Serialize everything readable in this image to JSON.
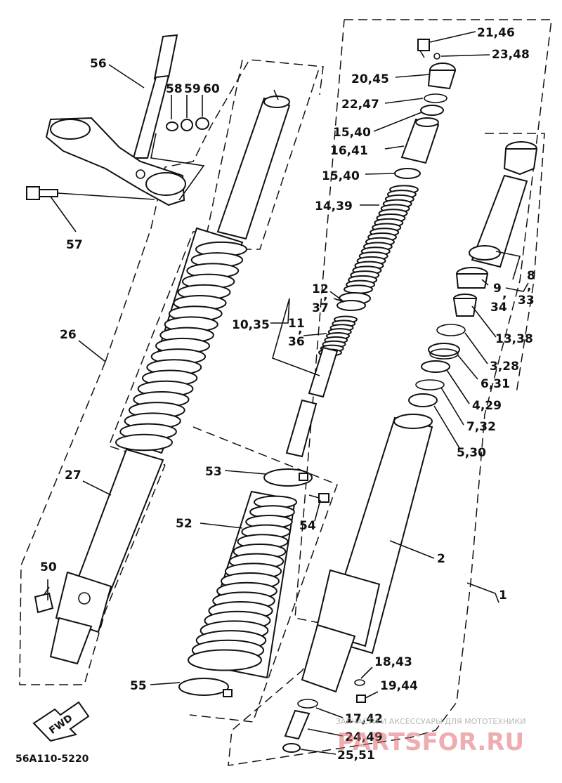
{
  "diagram_code": "56A110-5220",
  "fwd_label": "FWD",
  "watermark": {
    "caption": "ЗАПЧАСТИ И АКСЕССУАРЫ ДЛЯ МОТОТЕХНИКИ",
    "brand": "PARTSFOR.RU"
  },
  "callouts": {
    "p1": "1",
    "p2": "2",
    "p3_28": "3,28",
    "p4_29": "4,29",
    "p5_30": "5,30",
    "p6_31": "6,31",
    "p7_32": "7,32",
    "p8": "8",
    "p8_comma": ",",
    "p33": "33",
    "p9": "9",
    "p9_comma": ",",
    "p34": "34",
    "p10_35": "10,35",
    "p11": "11",
    "p11_comma": ",",
    "p36": "36",
    "p12": "12",
    "p12_comma": ",",
    "p37": "37",
    "p13_38": "13,38",
    "p14_39": "14,39",
    "p15_40a": "15,40",
    "p15_40b": "15,40",
    "p16_41": "16,41",
    "p17_42": "17,42",
    "p18_43": "18,43",
    "p19_44": "19,44",
    "p20_45": "20,45",
    "p21_46": "21,46",
    "p22_47": "22,47",
    "p23_48": "23,48",
    "p24_49": "24,49",
    "p25_51": "25,51",
    "p26": "26",
    "p27": "27",
    "p50": "50",
    "p52": "52",
    "p53": "53",
    "p54": "54",
    "p55": "55",
    "p56": "56",
    "p57": "57",
    "p58": "58",
    "p59": "59",
    "p60": "60"
  }
}
